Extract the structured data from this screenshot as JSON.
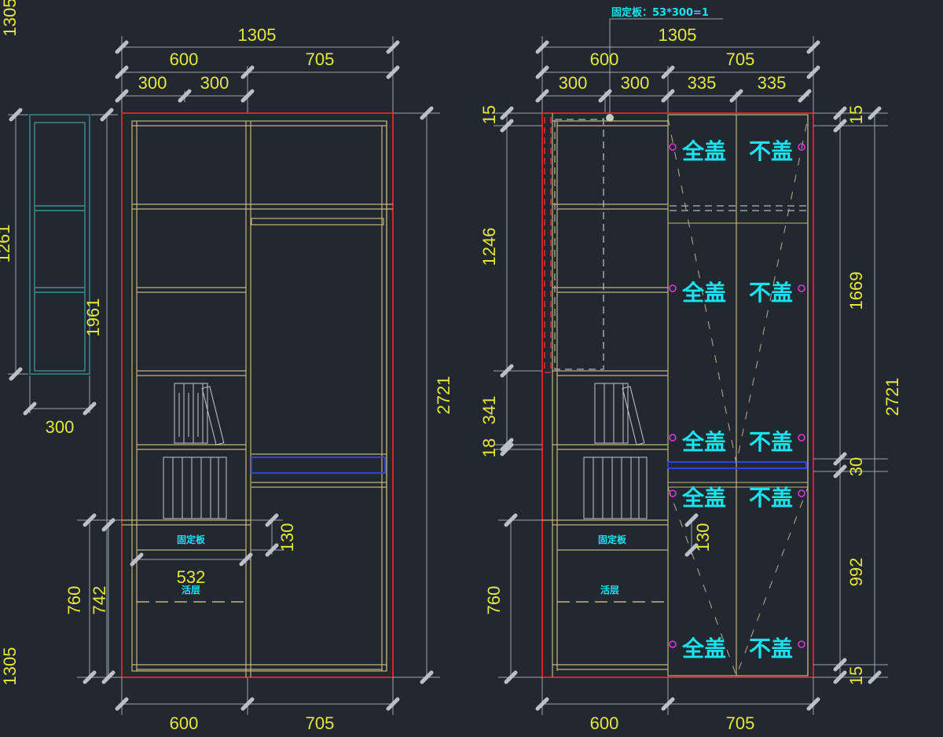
{
  "top_edge_number": "1305",
  "side_panel": {
    "height_label": "1261",
    "width_label": "300",
    "inner_label": "1961"
  },
  "left_elevation": {
    "total_width": "1305",
    "width_600": "600",
    "width_705": "705",
    "width_300a": "300",
    "width_300b": "300",
    "height_2721": "2721",
    "height_760": "760",
    "height_742": "742",
    "gap_130": "130",
    "width_532": "532",
    "fixed_board": "固定板",
    "mobile_shelf": "活层",
    "bottom_600": "600",
    "bottom_705": "705",
    "bottom_left_1305": "1305"
  },
  "right_elevation": {
    "header_note": "固定板：53*300=1",
    "total_width": "1305",
    "width_600": "600",
    "width_705": "705",
    "width_300a": "300",
    "width_300b": "300",
    "width_335a": "335",
    "width_335b": "335",
    "left_15": "15",
    "left_1246": "1246",
    "left_341": "341",
    "left_18": "18",
    "left_760": "760",
    "gap_130": "130",
    "fixed_board": "固定板",
    "mobile_shelf": "活层",
    "right_15_top": "15",
    "right_1669": "1669",
    "right_2721": "2721",
    "right_30": "30",
    "right_992": "992",
    "right_15_bottom": "15",
    "bottom_600": "600",
    "bottom_705": "705",
    "full_cover": "全盖",
    "no_cover": "不盖"
  },
  "colors": {
    "background": "#212830",
    "dimension_text": "#e6e63c",
    "label_text": "#19e3ef",
    "outline_red": "#e8232a",
    "panel": "#c9b27c",
    "rail_blue": "#2e44e0",
    "hinge_magenta": "#e038d8"
  }
}
